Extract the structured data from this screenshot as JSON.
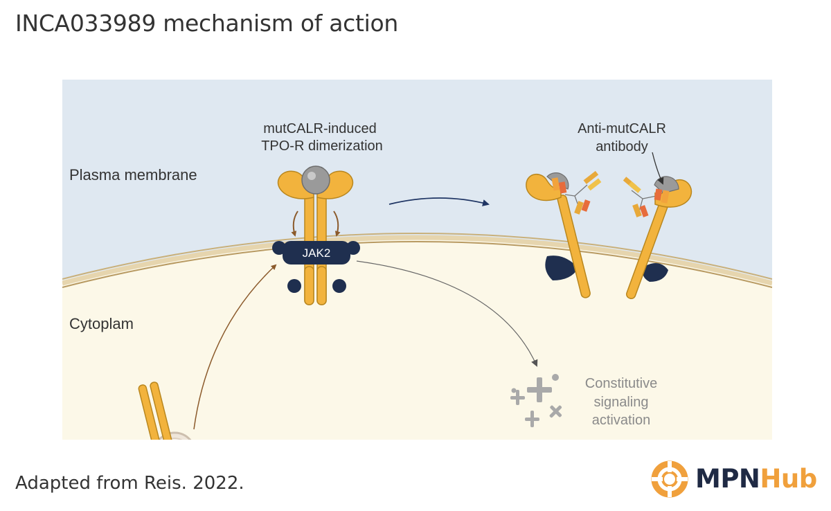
{
  "title": "INCA033989 mechanism of action",
  "diagram": {
    "labels": {
      "plasma_membrane": "Plasma membrane",
      "cytoplasm": "Cytoplam",
      "dimerization_line1": "mutCALR-induced",
      "dimerization_line2": "TPO-R dimerization",
      "antibody_line1": "Anti-mutCALR",
      "antibody_line2": "antibody",
      "jak2": "JAK2",
      "signaling_line1": "Constitutive",
      "signaling_line2": "signaling",
      "signaling_line3": "activation"
    },
    "colors": {
      "extracellular": "#dfe8f1",
      "cytoplasm": "#fcf8e8",
      "membrane": "#d9c49a",
      "receptor": "#f2b33d",
      "receptor_stroke": "#b8861e",
      "jak2": "#1f2f4f",
      "calr": "#9a9a9a",
      "arrow_brown": "#8b5a2b",
      "arrow_navy": "#1f3564",
      "inactive_gray": "#a9a9a9"
    }
  },
  "caption": "Adapted from Reis. 2022.",
  "logo": {
    "text_part1": "MPN",
    "text_part2": "Hub",
    "icon": "lifebuoy-icon",
    "colors": {
      "mpn": "#1f2a44",
      "hub": "#f0a03c"
    }
  }
}
